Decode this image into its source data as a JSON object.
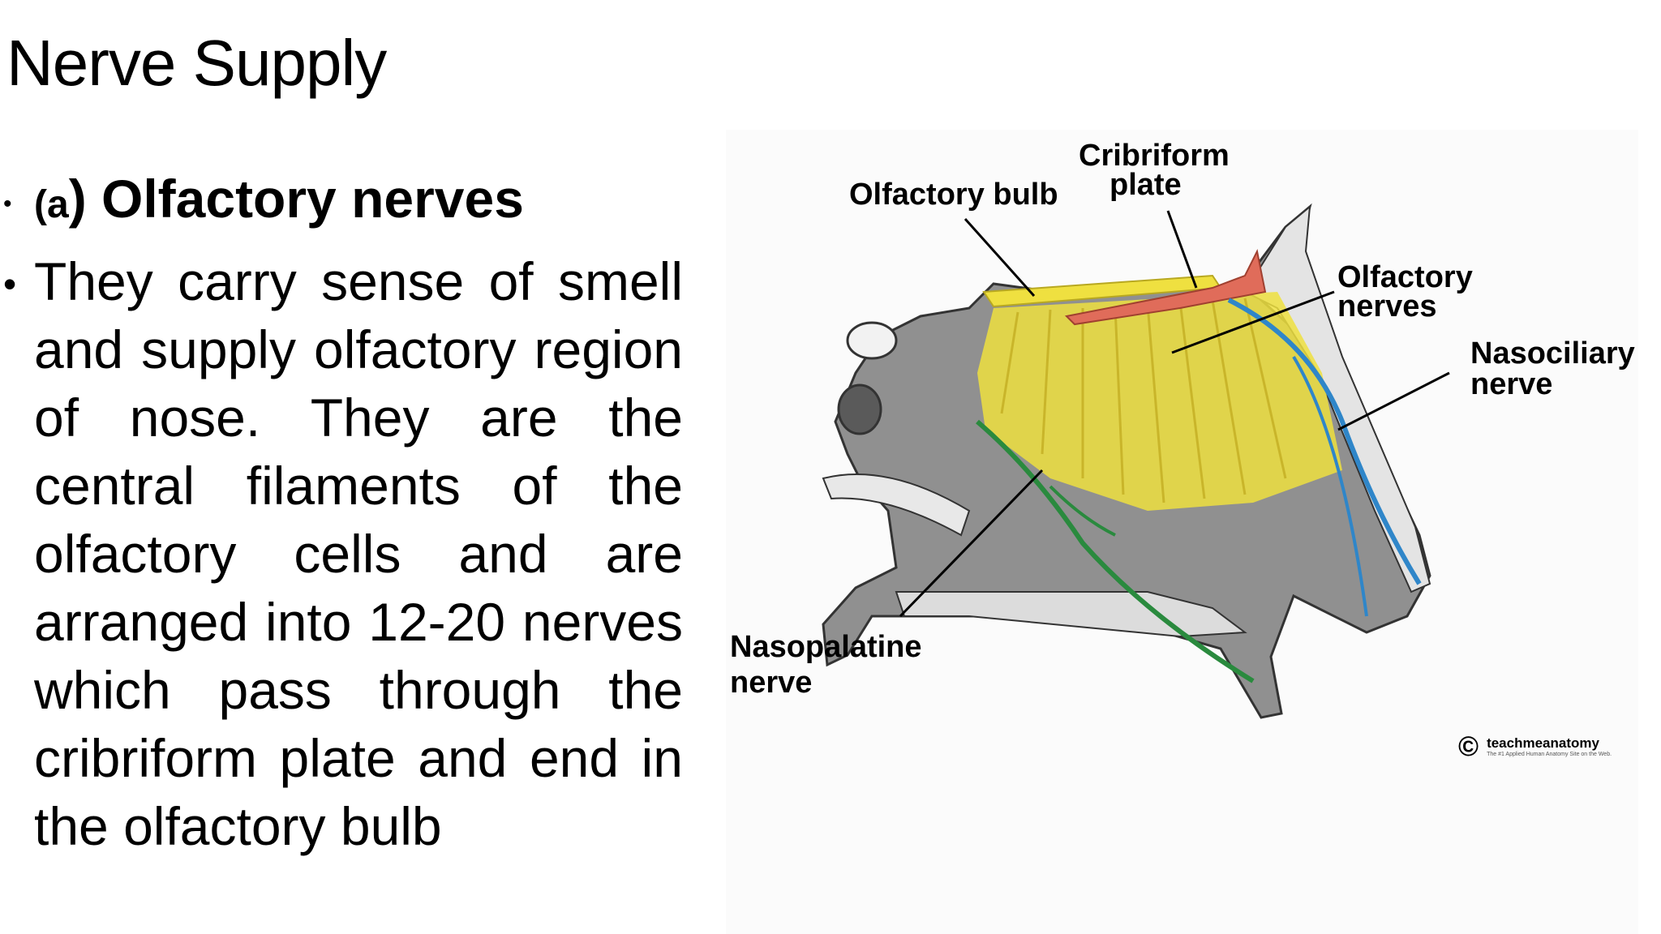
{
  "slide": {
    "title": "Nerve Supply",
    "bullet1_prefix": "(a",
    "bullet1_main": ") Olfactory nerves",
    "bullet2": "They carry sense of smell and supply olfactory region of nose. They are the central filaments of the olfactory cells and are arranged into 12-20 nerves which pass through the cribriform plate and end in the olfactory bulb"
  },
  "figure": {
    "labels": {
      "olfactory_bulb": "Olfactory bulb",
      "cribriform_1": "Cribriform",
      "cribriform_2": "plate",
      "olfactory_nerves_1": "Olfactory",
      "olfactory_nerves_2": "nerves",
      "nasociliary_1": "Nasociliary",
      "nasociliary_2": "nerve",
      "nasopalatine_1": "Nasopalatine",
      "nasopalatine_2": "nerve"
    },
    "watermark": {
      "symbol": "©",
      "name": "teachmeanatomy",
      "tagline": "The #1 Applied Human Anatomy Site on the Web."
    },
    "colors": {
      "olfactory_nerves": "#efe040",
      "cribriform_plate": "#e06c5a",
      "nasociliary": "#2f86c9",
      "nasopalatine": "#2a8a3e",
      "tissue": "#8d8d8d"
    }
  }
}
